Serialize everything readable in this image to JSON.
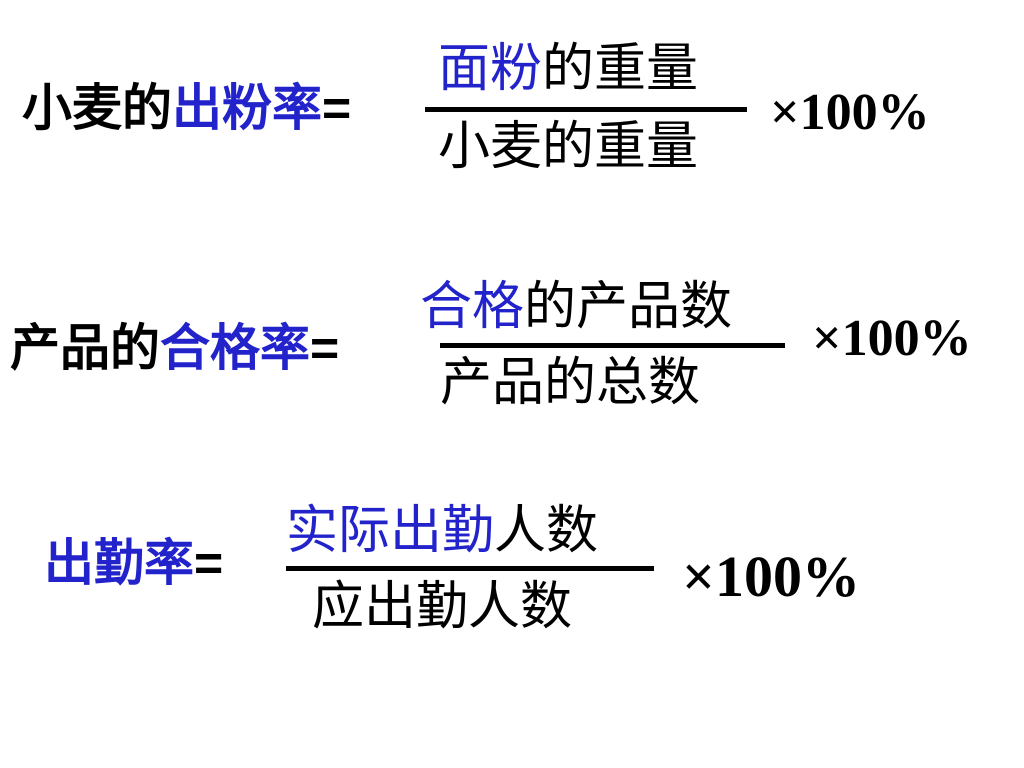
{
  "formulas": [
    {
      "lhs_black": "小麦的",
      "lhs_blue": "出粉率",
      "equals": "=",
      "numerator_blue": "面粉",
      "numerator_black": "的重量",
      "denominator": "小麦的重量",
      "multiplier": "×100%"
    },
    {
      "lhs_black": "产品的",
      "lhs_blue": "合格率",
      "equals": "=",
      "numerator_blue": "合格",
      "numerator_black": "的产品数",
      "denominator": "产品的总数",
      "multiplier": "×100%"
    },
    {
      "lhs_black": "",
      "lhs_blue": "出勤率",
      "equals": "=",
      "numerator_blue": "实际出勤",
      "numerator_black": "人数",
      "denominator": "应出勤人数",
      "multiplier": "×100%"
    }
  ],
  "colors": {
    "highlight": "#2323cc",
    "text": "#000000",
    "background": "#ffffff"
  }
}
